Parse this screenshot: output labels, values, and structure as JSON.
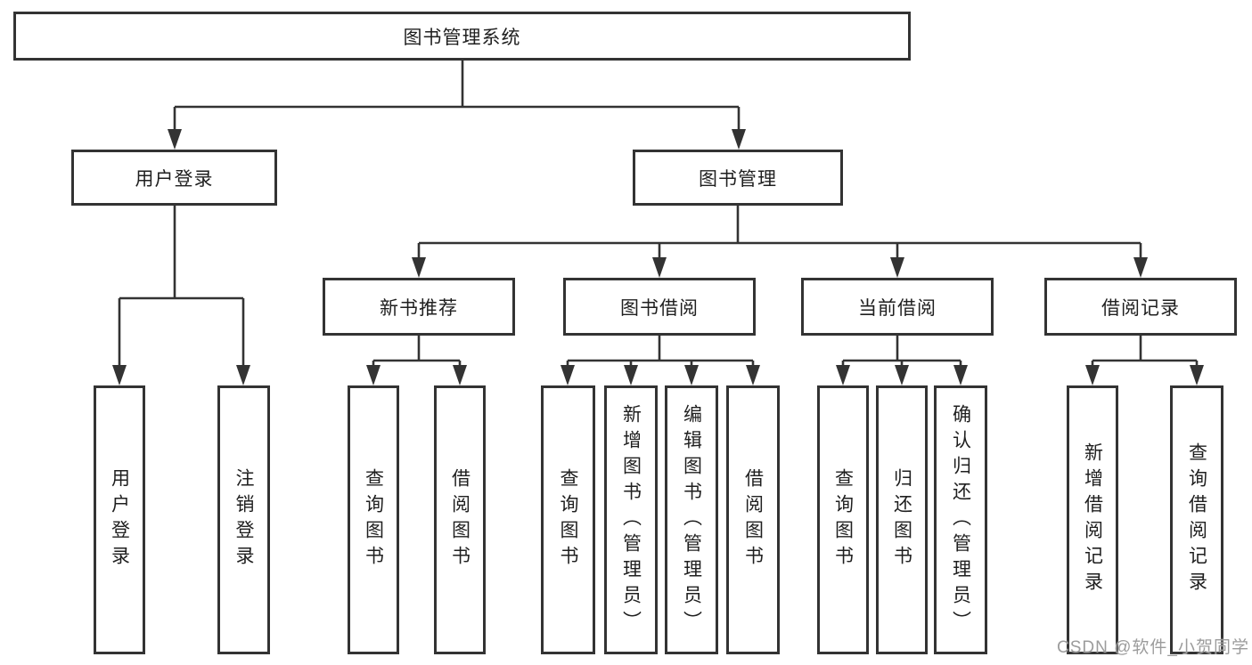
{
  "colors": {
    "background": "#ffffff",
    "line": "#333333",
    "box-border": "#333333",
    "text": "#1f1f1f",
    "watermark": "#9c9c9c"
  },
  "watermark": {
    "text": "CSDN @软件_小贺同学"
  },
  "chart_data": {
    "type": "tree-diagram",
    "title": "图书管理系统"
  },
  "tree": {
    "label": "图书管理系统",
    "children": [
      {
        "label": "用户登录",
        "children": [
          {
            "label": "用户登录"
          },
          {
            "label": "注销登录"
          }
        ]
      },
      {
        "label": "图书管理",
        "children": [
          {
            "label": "新书推荐",
            "children": [
              {
                "label": "查询图书"
              },
              {
                "label": "借阅图书"
              }
            ]
          },
          {
            "label": "图书借阅",
            "children": [
              {
                "label": "查询图书"
              },
              {
                "label": "新增图书（管理员）"
              },
              {
                "label": "编辑图书（管理员）"
              },
              {
                "label": "借阅图书"
              }
            ]
          },
          {
            "label": "当前借阅",
            "children": [
              {
                "label": "查询图书"
              },
              {
                "label": "归还图书"
              },
              {
                "label": "确认归还（管理员）"
              }
            ]
          },
          {
            "label": "借阅记录",
            "children": [
              {
                "label": "新增借阅记录"
              },
              {
                "label": "查询借阅记录"
              }
            ]
          }
        ]
      }
    ]
  }
}
